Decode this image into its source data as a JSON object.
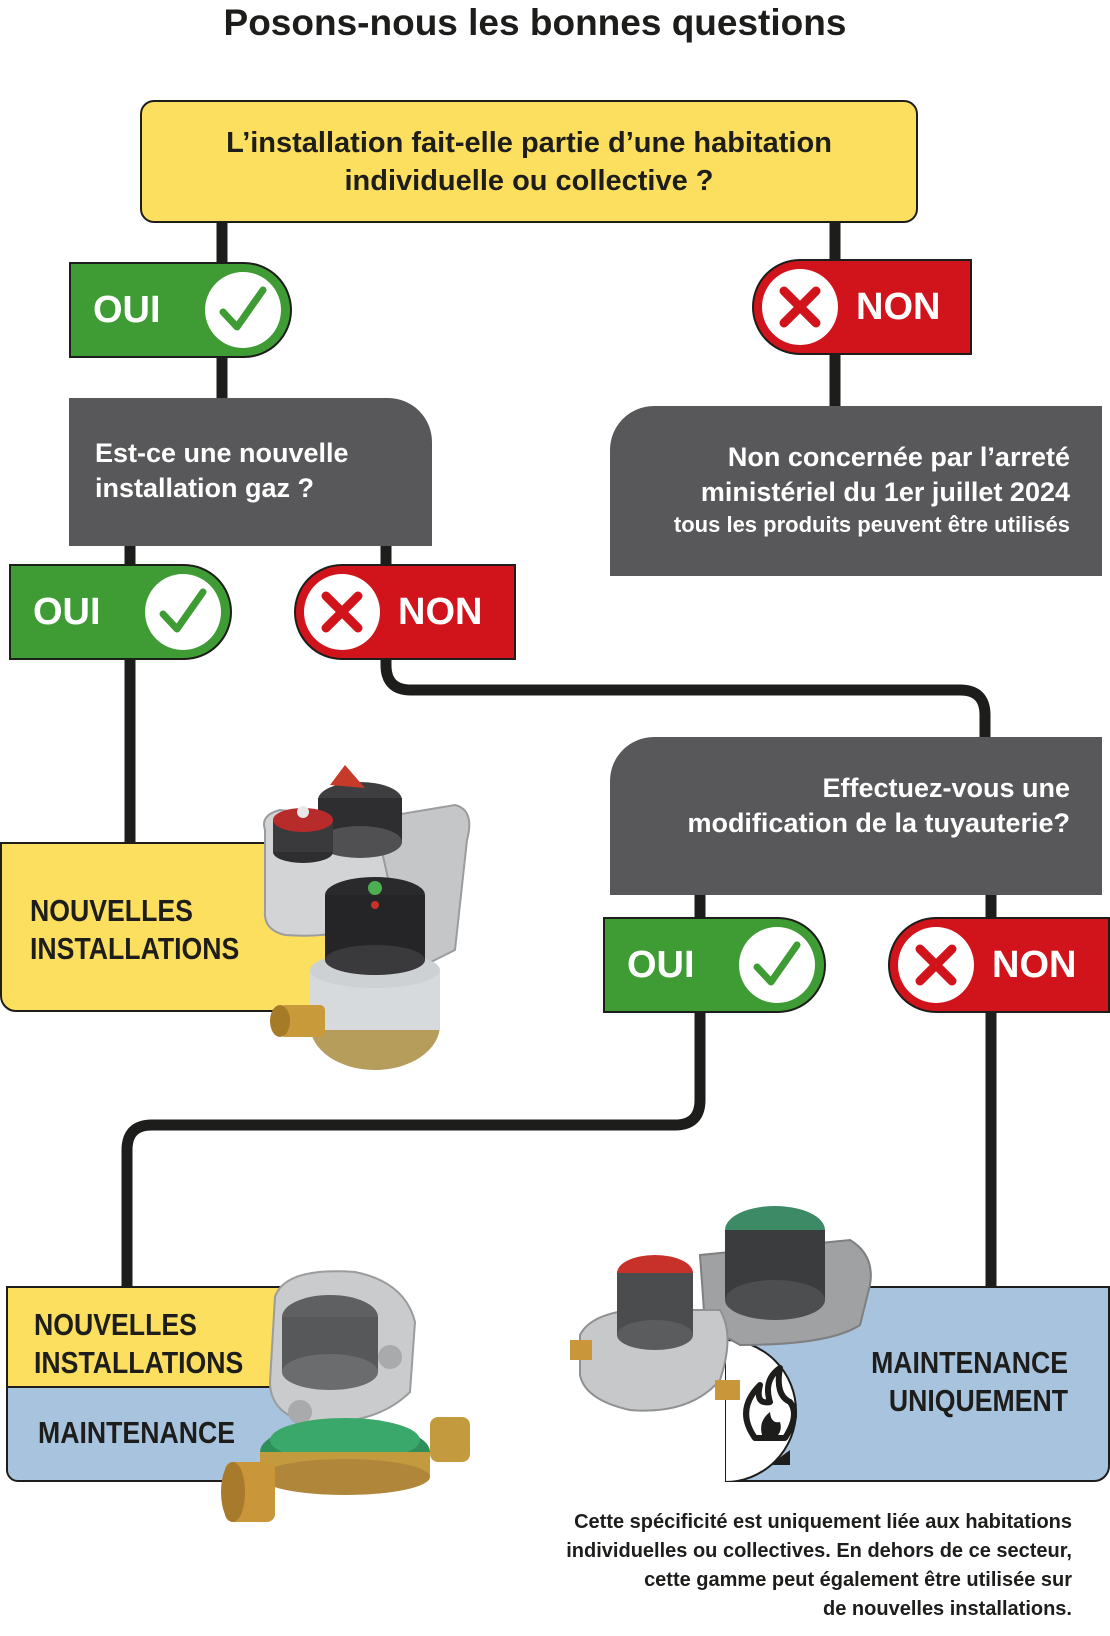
{
  "title": "Posons-nous les bonnes questions",
  "q1": {
    "line1": "L’installation fait-elle partie d’une habitation",
    "line2": "individuelle ou collective ?"
  },
  "labels": {
    "oui": "OUI",
    "non": "NON"
  },
  "q2": {
    "line1": "Est-ce une nouvelle",
    "line2": "installation gaz ?"
  },
  "nc": {
    "line1": "Non concernée par l’arreté",
    "line2": "ministériel du 1er juillet 2024",
    "line3": "tous les produits peuvent être utilisés"
  },
  "q3": {
    "line1": "Effectuez-vous une",
    "line2": "modification de la tuyauterie?"
  },
  "res1": {
    "line1": "NOUVELLES",
    "line2": "INSTALLATIONS"
  },
  "res2": {
    "line1": "NOUVELLES",
    "line2": "INSTALLATIONS",
    "line3": "MAINTENANCE"
  },
  "res3": {
    "line1": "MAINTENANCE",
    "line2": "UNIQUEMENT"
  },
  "note": {
    "line1": "Cette spécificité est uniquement liée aux habitations",
    "line2": "individuelles ou collectives. En dehors de ce secteur,",
    "line3": "cette gamme peut également être utilisée sur",
    "line4": "de nouvelles installations."
  },
  "colors": {
    "yellow": "#fcdf5f",
    "green": "#3f9c35",
    "red": "#d1141b",
    "gray": "#58585a",
    "blue": "#a8c3dd",
    "line": "#1d1d1b"
  },
  "icons": {
    "check": "check-icon",
    "cross": "cross-icon",
    "flame": "flame-icon"
  }
}
